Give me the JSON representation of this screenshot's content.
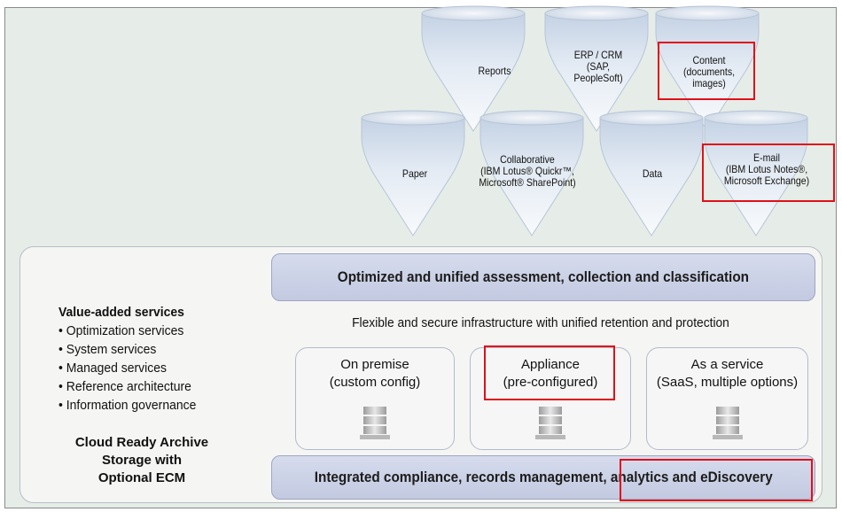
{
  "sources": {
    "reports": "Reports",
    "erp": [
      "ERP / CRM",
      "(SAP,",
      "PeopleSoft)"
    ],
    "content": [
      "Content",
      "(documents,",
      "images)"
    ],
    "paper": "Paper",
    "collaborative": [
      "Collaborative",
      "(IBM Lotus® Quickr™,",
      "Microsoft® SharePoint)"
    ],
    "data": "Data",
    "email": [
      "E-mail",
      "(IBM Lotus Notes®,",
      "Microsoft Exchange)"
    ]
  },
  "value_added": {
    "heading": "Value-added services",
    "items": [
      "• Optimization services",
      "• System services",
      "• Managed services",
      "• Reference architecture",
      "• Information governance"
    ]
  },
  "cloud_ready": [
    "Cloud Ready Archive",
    "Storage with",
    "Optional ECM"
  ],
  "top_band": "Optimized and unified assessment, collection and classification",
  "infrastructure": "Flexible and secure infrastructure with unified retention and protection",
  "deployment": [
    {
      "title": "On premise",
      "sub": "(custom config)"
    },
    {
      "title": "Appliance",
      "sub": "(pre-configured)"
    },
    {
      "title": "As a service",
      "sub": "(SaaS, multiple options)"
    }
  ],
  "bottom_band": "Integrated compliance, records management, analytics and eDiscovery",
  "colors": {
    "highlight": "#e0101a",
    "band": "#c9cfe3",
    "funnel": "#d4e0ee"
  }
}
